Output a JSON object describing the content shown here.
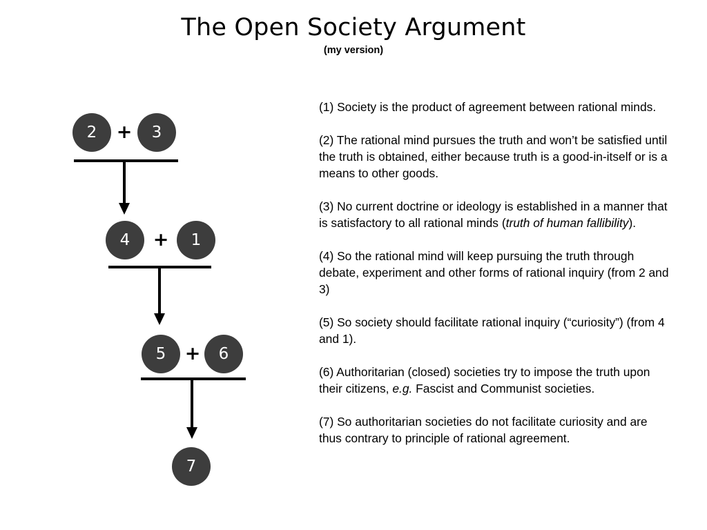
{
  "title": {
    "main": "The Open Society Argument",
    "subtitle": "(my version)"
  },
  "diagram": {
    "type": "argument-map",
    "operator_symbol": "+",
    "nodes": [
      {
        "id": "n2",
        "label": "2"
      },
      {
        "id": "n3",
        "label": "3"
      },
      {
        "id": "n4",
        "label": "4"
      },
      {
        "id": "n1",
        "label": "1"
      },
      {
        "id": "n5",
        "label": "5"
      },
      {
        "id": "n6",
        "label": "6"
      },
      {
        "id": "n7",
        "label": "7"
      }
    ],
    "inferences": [
      {
        "premises": [
          "2",
          "3"
        ],
        "conclusion": "4"
      },
      {
        "premises": [
          "4",
          "1"
        ],
        "conclusion": "5"
      },
      {
        "premises": [
          "5",
          "6"
        ],
        "conclusion": "7"
      }
    ],
    "node_fill_color": "#3d3d3d",
    "node_text_color": "#ffffff",
    "line_color": "#000000"
  },
  "premises": [
    {
      "id": "p1",
      "parts": [
        {
          "text": "(1) Society is the product of agreement between rational minds.",
          "italic": false
        }
      ]
    },
    {
      "id": "p2",
      "parts": [
        {
          "text": "(2) The rational mind pursues the truth and won’t be satisfied until the truth is obtained, either because truth is a good-in-itself or is a means to other goods.",
          "italic": false
        }
      ]
    },
    {
      "id": "p3",
      "parts": [
        {
          "text": "(3) No current doctrine or ideology is established in a manner that is satisfactory to all rational minds (",
          "italic": false
        },
        {
          "text": "truth of human fallibility",
          "italic": true
        },
        {
          "text": ").",
          "italic": false
        }
      ]
    },
    {
      "id": "p4",
      "parts": [
        {
          "text": "(4) So the rational mind will keep pursuing the truth through debate, experiment and other forms of rational inquiry (from 2 and 3)",
          "italic": false
        }
      ]
    },
    {
      "id": "p5",
      "parts": [
        {
          "text": "(5) So society should facilitate rational inquiry (“curiosity”) (from 4 and 1).",
          "italic": false
        }
      ]
    },
    {
      "id": "p6",
      "parts": [
        {
          "text": "(6) Authoritarian (closed) societies try to impose the truth upon their citizens, ",
          "italic": false
        },
        {
          "text": "e.g.",
          "italic": true
        },
        {
          "text": " Fascist and Communist societies.",
          "italic": false
        }
      ]
    },
    {
      "id": "p7",
      "parts": [
        {
          "text": "(7) So authoritarian societies do not facilitate curiosity and are thus contrary to principle of rational agreement.",
          "italic": false
        }
      ]
    }
  ]
}
